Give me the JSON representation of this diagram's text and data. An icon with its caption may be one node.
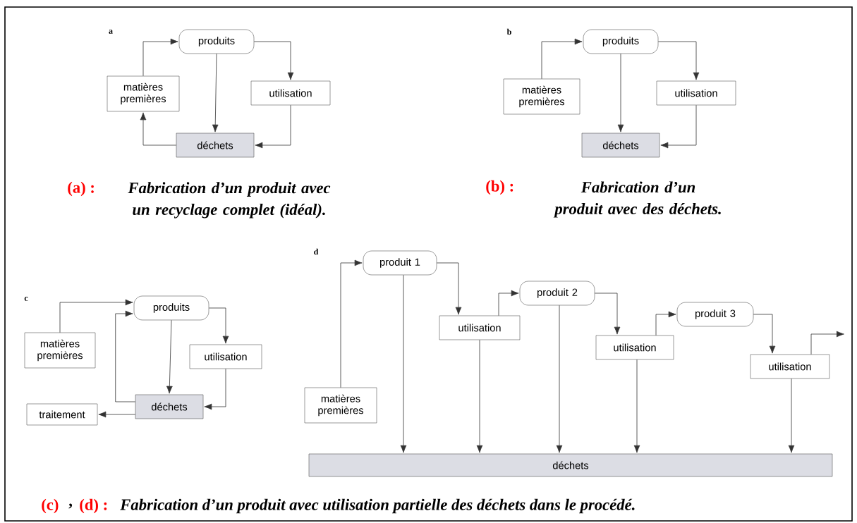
{
  "diagram": {
    "nodes": [
      {
        "text": [
          "produits"
        ]
      },
      {
        "text": [
          "matières premières"
        ]
      },
      {
        "text": [
          "utilisation"
        ]
      },
      {
        "text": [
          "déchets"
        ]
      },
      {
        "text": [
          "produits"
        ]
      },
      {
        "text": [
          "matières premières"
        ]
      },
      {
        "text": [
          "utilisation"
        ]
      },
      {
        "text": [
          "déchets"
        ]
      },
      {
        "text": [
          "produits"
        ]
      },
      {
        "text": [
          "matières premières"
        ]
      },
      {
        "text": [
          "utilisation"
        ]
      },
      {
        "text": [
          "déchets"
        ]
      },
      {
        "text": [
          "traitement"
        ]
      },
      {
        "text": [
          "produit 1"
        ]
      },
      {
        "text": [
          "matières premières"
        ]
      },
      {
        "text": [
          "utilisation"
        ]
      },
      {
        "text": [
          "produit 2"
        ]
      },
      {
        "text": [
          "utilisation"
        ]
      },
      {
        "text": [
          "produit 3"
        ]
      },
      {
        "text": [
          "utilisation"
        ]
      },
      {
        "text": [
          "déchets"
        ]
      }
    ],
    "edges": [
      {
        "from": 1,
        "to": 0,
        "arrow": "to"
      },
      {
        "from": 0,
        "to": 2,
        "arrow": "to"
      },
      {
        "from": 0,
        "to": 3,
        "arrow": "to"
      },
      {
        "from": 2,
        "to": 3,
        "arrow": "to"
      },
      {
        "from": 3,
        "to": 1,
        "arrow": "to"
      },
      {
        "from": 5,
        "to": 4,
        "arrow": "to"
      },
      {
        "from": 4,
        "to": 6,
        "arrow": "to"
      },
      {
        "from": 4,
        "to": 7,
        "arrow": "to"
      },
      {
        "from": 6,
        "to": 7,
        "arrow": "to"
      },
      {
        "from": 9,
        "to": 8,
        "arrow": "to"
      },
      {
        "from": 11,
        "to": 8,
        "arrow": "to"
      },
      {
        "from": 8,
        "to": 10,
        "arrow": "to"
      },
      {
        "from": 8,
        "to": 11,
        "arrow": "to"
      },
      {
        "from": 10,
        "to": 11,
        "arrow": "to"
      },
      {
        "from": 11,
        "to": 12,
        "arrow": "to"
      },
      {
        "from": 14,
        "to": 13,
        "arrow": "to"
      },
      {
        "from": 13,
        "to": 15,
        "arrow": "to"
      },
      {
        "from": 15,
        "to": 16,
        "arrow": "to"
      },
      {
        "from": 16,
        "to": 17,
        "arrow": "to"
      },
      {
        "from": 17,
        "to": 18,
        "arrow": "to"
      },
      {
        "from": 18,
        "to": 19,
        "arrow": "to"
      },
      {
        "from": 19,
        "to": null,
        "arrow": "to"
      },
      {
        "from": 13,
        "to": 20,
        "arrow": "to"
      },
      {
        "from": 15,
        "to": 20,
        "arrow": "to"
      },
      {
        "from": 16,
        "to": 20,
        "arrow": "to"
      },
      {
        "from": 17,
        "to": 20,
        "arrow": "to"
      },
      {
        "from": 19,
        "to": 20,
        "arrow": "to"
      }
    ],
    "labels": [
      "a",
      "(a) :",
      "Fabrication d’un produit avec un recyclage complet (idéal).",
      "b",
      "(b) :",
      "Fabrication d’un produit avec des déchets.",
      "c",
      "d",
      "(c)",
      ",",
      "(d) :",
      "Fabrication d’un produit avec utilisation partielle des déchets dans le procédé."
    ]
  }
}
